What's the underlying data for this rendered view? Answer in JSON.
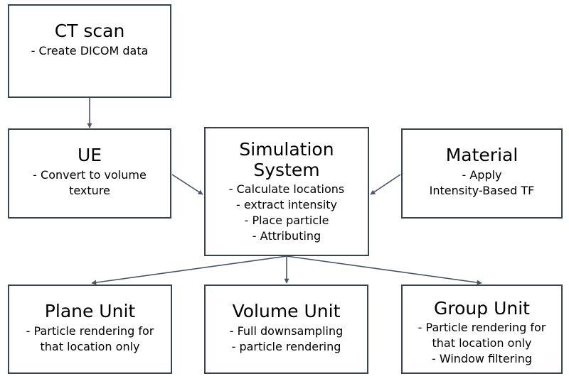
{
  "nodes": {
    "ct": {
      "title": "CT scan",
      "lines": [
        "- Create DICOM data"
      ]
    },
    "ue": {
      "title": "UE",
      "lines": [
        "- Convert to volume",
        "texture"
      ]
    },
    "sim": {
      "title_lines": [
        "Simulation",
        "System"
      ],
      "lines": [
        "- Calculate locations",
        "- extract intensity",
        "- Place particle",
        "- Attributing"
      ]
    },
    "material": {
      "title": "Material",
      "lines": [
        "- Apply",
        "Intensity-Based TF"
      ]
    },
    "plane": {
      "title": "Plane Unit",
      "lines": [
        "- Particle rendering for",
        "that location only"
      ]
    },
    "volume": {
      "title": "Volume Unit",
      "lines": [
        "- Full downsampling",
        "- particle rendering"
      ]
    },
    "group": {
      "title": "Group Unit",
      "lines": [
        "- Particle rendering for",
        "that location only",
        "- Window filtering"
      ]
    }
  },
  "edges": [
    {
      "from": "ct",
      "to": "ue"
    },
    {
      "from": "ue",
      "to": "sim"
    },
    {
      "from": "material",
      "to": "sim"
    },
    {
      "from": "sim",
      "to": "plane"
    },
    {
      "from": "sim",
      "to": "volume"
    },
    {
      "from": "sim",
      "to": "group"
    }
  ],
  "colors": {
    "box_border": "#3a4150",
    "arrow": "#4b5366",
    "text": "#000000",
    "background": "#ffffff"
  }
}
